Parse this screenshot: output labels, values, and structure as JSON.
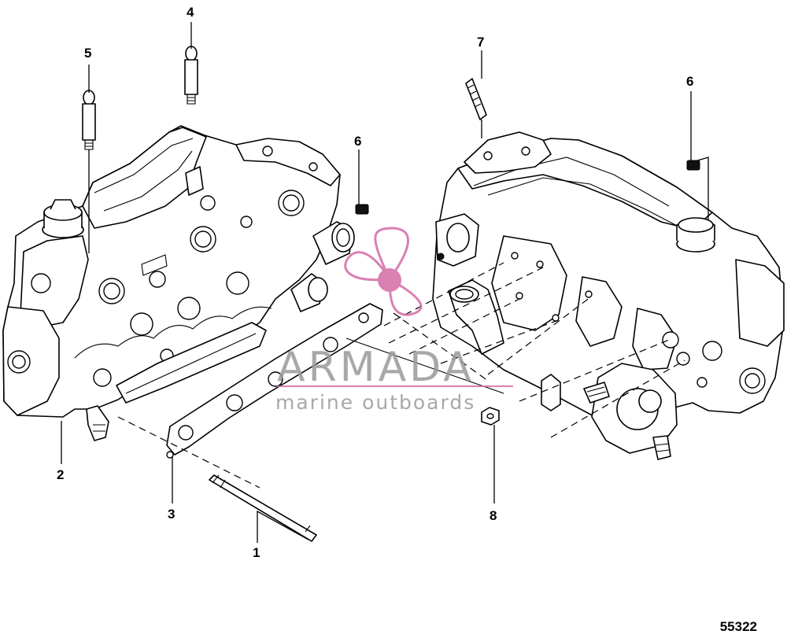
{
  "figure_number": "55322",
  "callouts": {
    "c1": "1",
    "c2": "2",
    "c3": "3",
    "c4": "4",
    "c5": "5",
    "c6_left": "6",
    "c6_right": "6",
    "c7": "7",
    "c8": "8"
  },
  "watermark": {
    "brand": "ARMADA",
    "tagline": "marine outboards",
    "brand_color": "#d46aa6"
  }
}
